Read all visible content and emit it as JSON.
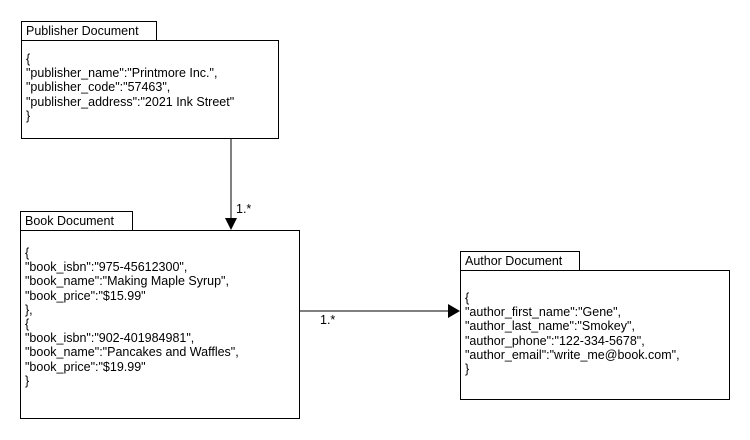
{
  "publisher": {
    "title": "Publisher Document",
    "lines": [
      "{",
      "\"publisher_name\":\"Printmore Inc.\",",
      "\"publisher_code\":\"57463\",",
      "\"publisher_address\":\"2021 Ink Street\"",
      "}"
    ]
  },
  "book": {
    "title": "Book Document",
    "lines": [
      "{",
      "\"book_isbn\":\"975-45612300\",",
      "\"book_name\":\"Making Maple Syrup\",",
      "\"book_price\":\"$15.99\"",
      "},",
      "{",
      "\"book_isbn\":\"902-401984981\",",
      "\"book_name\":\"Pancakes and Waffles\",",
      "\"book_price\":\"$19.99\"",
      "}"
    ]
  },
  "author": {
    "title": "Author Document",
    "lines": [
      "{",
      "\"author_first_name\":\"Gene\",",
      "\"author_last_name\":\"Smokey\",",
      "\"author_phone\":\"122-334-5678\",",
      "\"author_email\":\"write_me@book.com\",",
      "}"
    ]
  },
  "relations": {
    "publisher_to_book": "1.*",
    "book_to_author": "1.*"
  }
}
